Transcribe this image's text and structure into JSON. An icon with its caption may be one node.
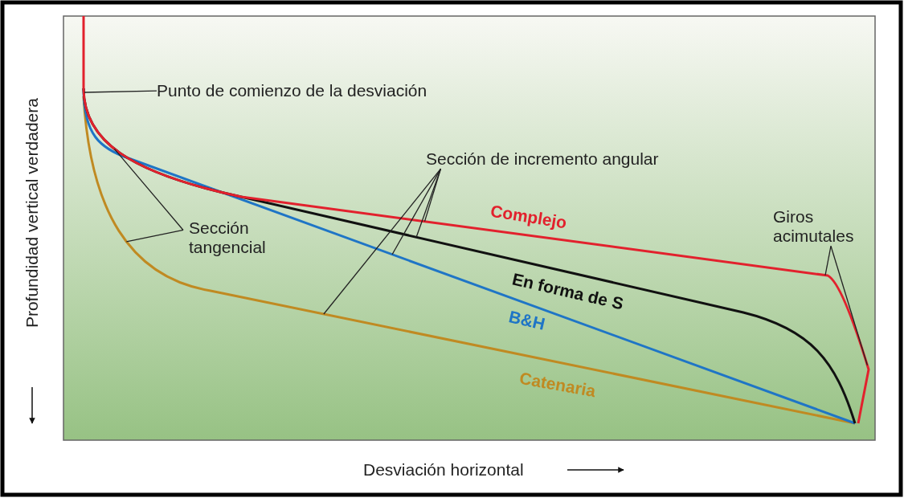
{
  "diagram": {
    "nodes": [
      {
        "text": [
          "Punto de comienzo de la desviación"
        ]
      },
      {
        "text": [
          "Sección tangencial"
        ]
      },
      {
        "text": [
          "Sección de incremento angular"
        ]
      },
      {
        "text": [
          "Giros acimutales"
        ]
      }
    ],
    "edges": [
      {
        "from": 0,
        "to": null,
        "arrow": "none"
      },
      {
        "from": 1,
        "to": null,
        "arrow": "none"
      },
      {
        "from": 1,
        "to": null,
        "arrow": "none"
      },
      {
        "from": 2,
        "to": null,
        "arrow": "none"
      },
      {
        "from": 2,
        "to": null,
        "arrow": "none"
      },
      {
        "from": 2,
        "to": null,
        "arrow": "none"
      },
      {
        "from": 2,
        "to": null,
        "arrow": "none"
      },
      {
        "from": 3,
        "to": null,
        "arrow": "none"
      },
      {
        "from": 3,
        "to": null,
        "arrow": "none"
      }
    ],
    "labels": [
      "Profundidad vertical verdadera",
      "Complejo",
      "En forma de S",
      "B&H",
      "Catenaria",
      "Desviación horizontal"
    ]
  }
}
